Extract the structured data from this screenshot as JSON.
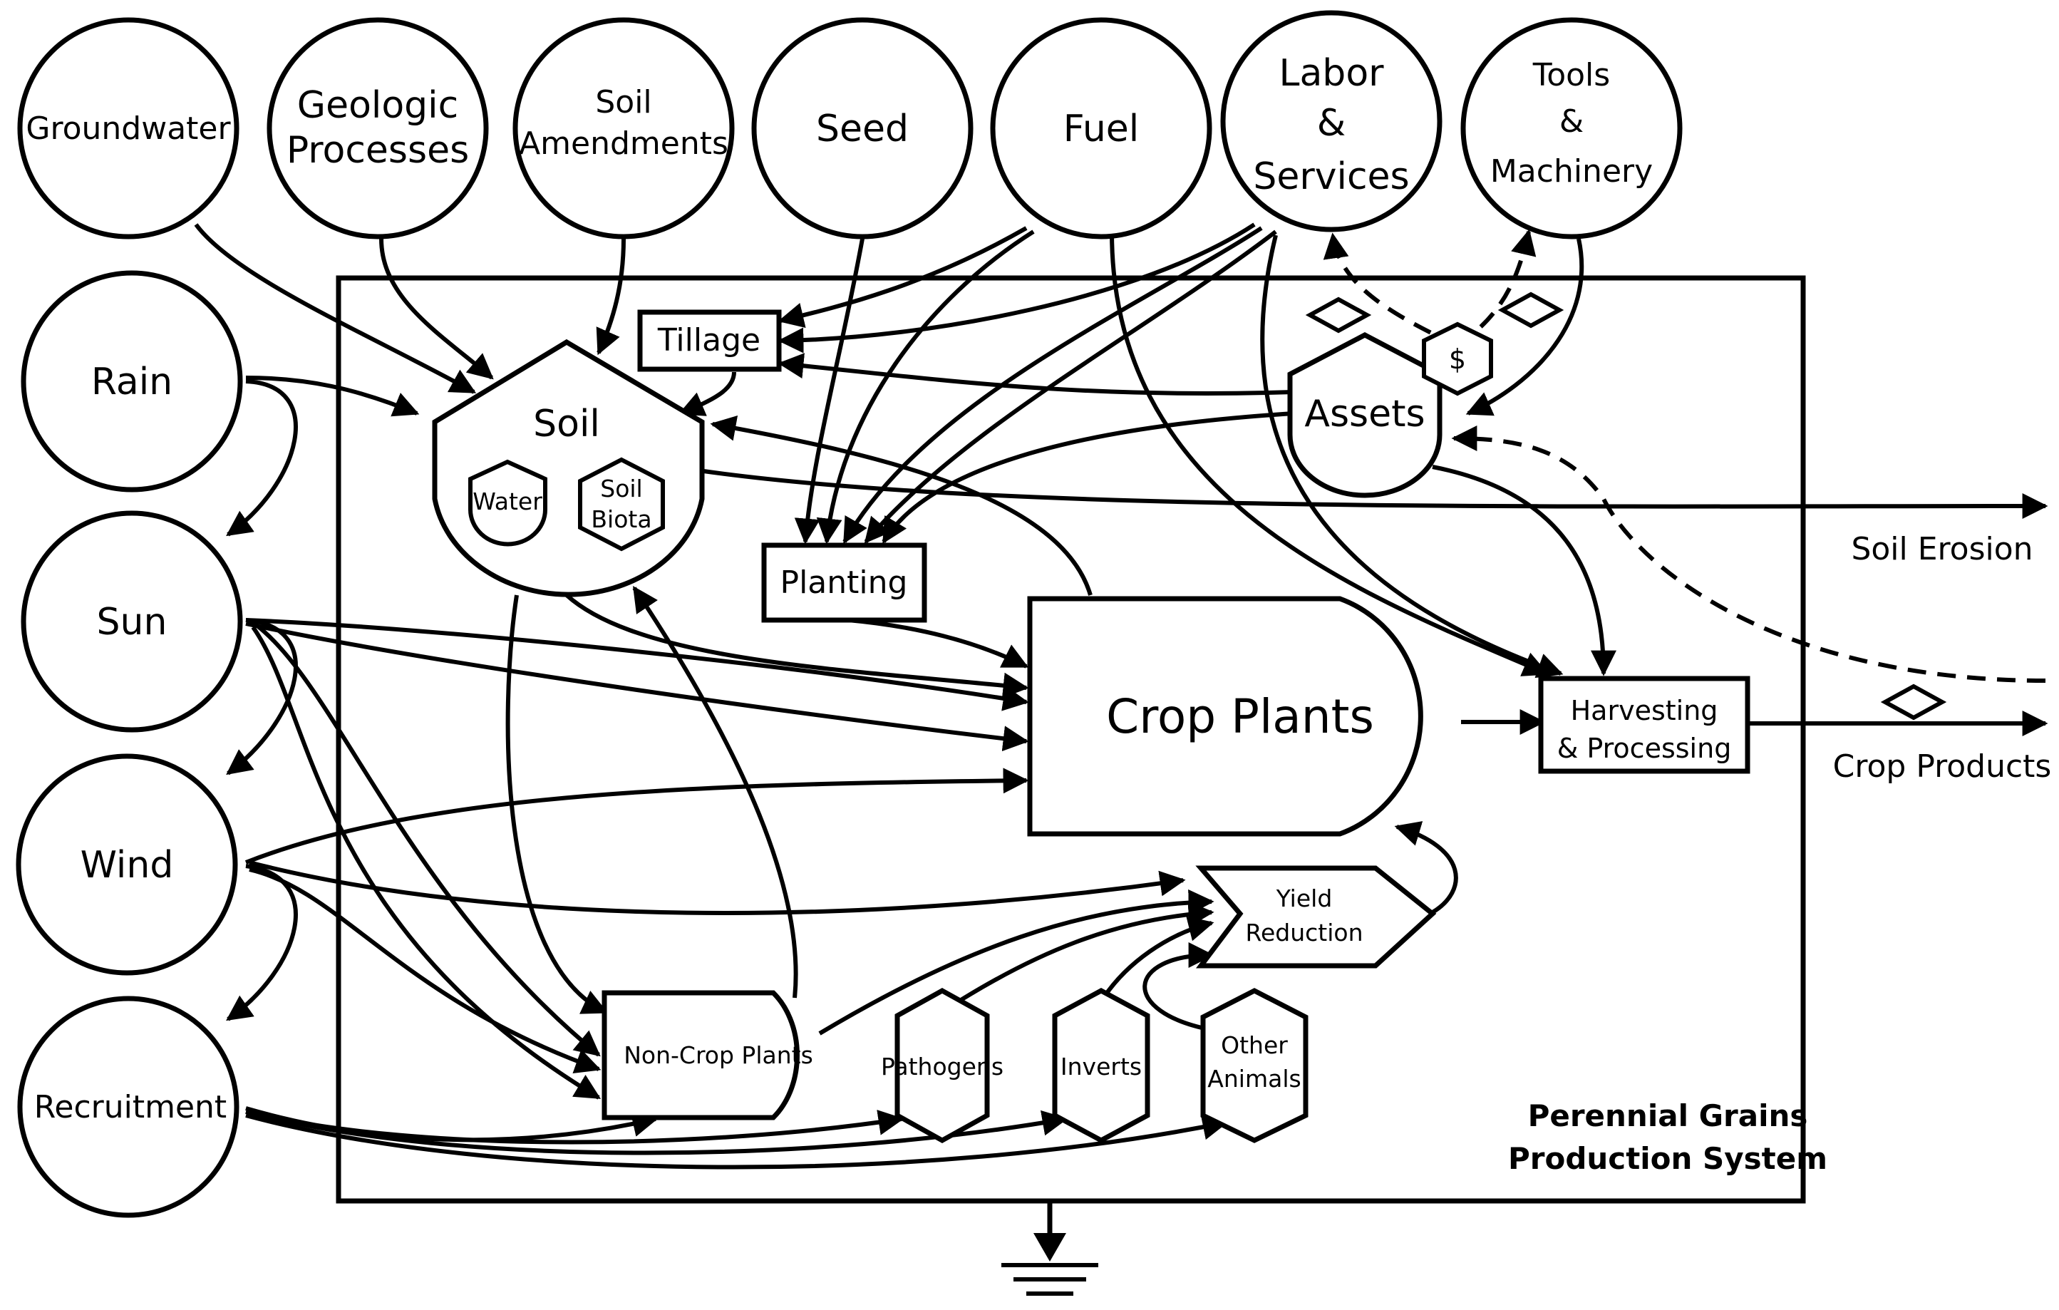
{
  "sources": {
    "groundwater": "Groundwater",
    "geologic": [
      "Geologic",
      "Processes"
    ],
    "soil_amendments": [
      "Soil",
      "Amendments"
    ],
    "seed": "Seed",
    "fuel": "Fuel",
    "labor": [
      "Labor",
      "&",
      "Services"
    ],
    "tools": [
      "Tools",
      "&",
      "Machinery"
    ],
    "rain": "Rain",
    "sun": "Sun",
    "wind": "Wind",
    "recruitment": "Recruitment"
  },
  "system": {
    "label_line1": "Perennial Grains",
    "label_line2": "Production System"
  },
  "components": {
    "soil": "Soil",
    "water": "Water",
    "soil_biota": [
      "Soil",
      "Biota"
    ],
    "tillage": "Tillage",
    "planting": "Planting",
    "assets": "Assets",
    "dollar": "$",
    "crop_plants": "Crop Plants",
    "harvesting": [
      "Harvesting",
      "& Processing"
    ],
    "yield_reduction": [
      "Yield",
      "Reduction"
    ],
    "non_crop_plants": "Non-Crop Plants",
    "pathogens": "Pathogens",
    "inverts": "Inverts",
    "other_animals": [
      "Other",
      "Animals"
    ]
  },
  "outputs": {
    "soil_erosion": "Soil Erosion",
    "crop_products": "Crop Products"
  }
}
